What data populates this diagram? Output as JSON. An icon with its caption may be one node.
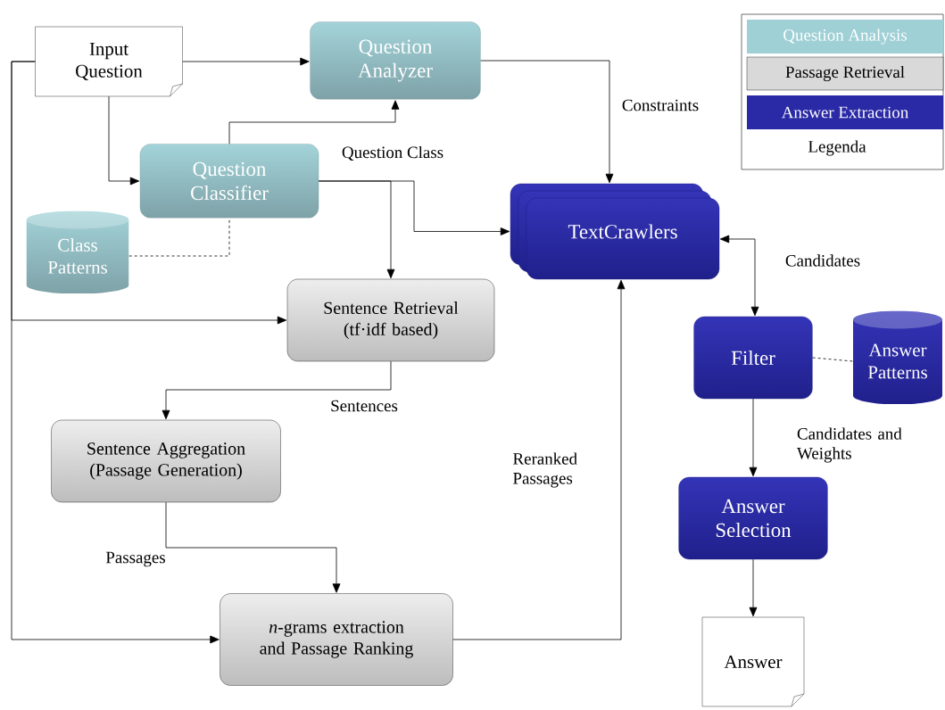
{
  "diagram": {
    "nodes": [
      {
        "text": [
          "Input Question"
        ]
      },
      {
        "text": [
          "Question Analyzer"
        ]
      },
      {
        "text": [
          "Question Classifier"
        ]
      },
      {
        "text": [
          "Class Patterns"
        ]
      },
      {
        "text": [
          "Sentence Retrieval (tf·idf based)"
        ]
      },
      {
        "text": [
          "Sentence Aggregation (Passage Generation)"
        ]
      },
      {
        "text": [
          "*n*-grams extraction and Passage Ranking"
        ]
      },
      {
        "text": [
          "TextCrawlers"
        ]
      },
      {
        "text": [
          "Filter"
        ]
      },
      {
        "text": [
          "Answer Patterns"
        ]
      },
      {
        "text": [
          "Answer Selection"
        ]
      },
      {
        "text": [
          "Answer"
        ]
      }
    ],
    "edges": [
      {
        "from": 0,
        "to": 1,
        "arrow": "to"
      },
      {
        "from": 0,
        "to": 2,
        "arrow": "to"
      },
      {
        "from": 2,
        "to": 1,
        "arrow": "to"
      },
      {
        "from": 1,
        "to": 7,
        "arrow": "to",
        "label": "Constraints"
      },
      {
        "from": 2,
        "to": 7,
        "arrow": "to",
        "label": "Question Class"
      },
      {
        "from": 2,
        "to": 4,
        "arrow": "to"
      },
      {
        "from": 3,
        "to": 2,
        "arrow": "none",
        "style": "dashed"
      },
      {
        "from": 0,
        "to": 4,
        "arrow": "to"
      },
      {
        "from": 0,
        "to": 6,
        "arrow": "to"
      },
      {
        "from": 4,
        "to": 5,
        "arrow": "to",
        "label": "Sentences"
      },
      {
        "from": 5,
        "to": 6,
        "arrow": "to",
        "label": "Passages"
      },
      {
        "from": 6,
        "to": 7,
        "arrow": "to",
        "label": "Reranked Passages"
      },
      {
        "from": 8,
        "to": 7,
        "arrow": "both",
        "label": "Candidates"
      },
      {
        "from": 8,
        "to": 9,
        "arrow": "none",
        "style": "dashed"
      },
      {
        "from": 8,
        "to": 10,
        "arrow": "to",
        "label": "Candidates and Weights"
      },
      {
        "from": 10,
        "to": 11,
        "arrow": "to"
      }
    ],
    "labels": [
      "Legenda"
    ],
    "legend": [
      {
        "text": "Question Analysis",
        "color": "#9fd0d6"
      },
      {
        "text": "Passage Retrieval",
        "color": "#d9d9d9"
      },
      {
        "text": "Answer Extraction",
        "color": "#2a2aa6"
      }
    ]
  }
}
